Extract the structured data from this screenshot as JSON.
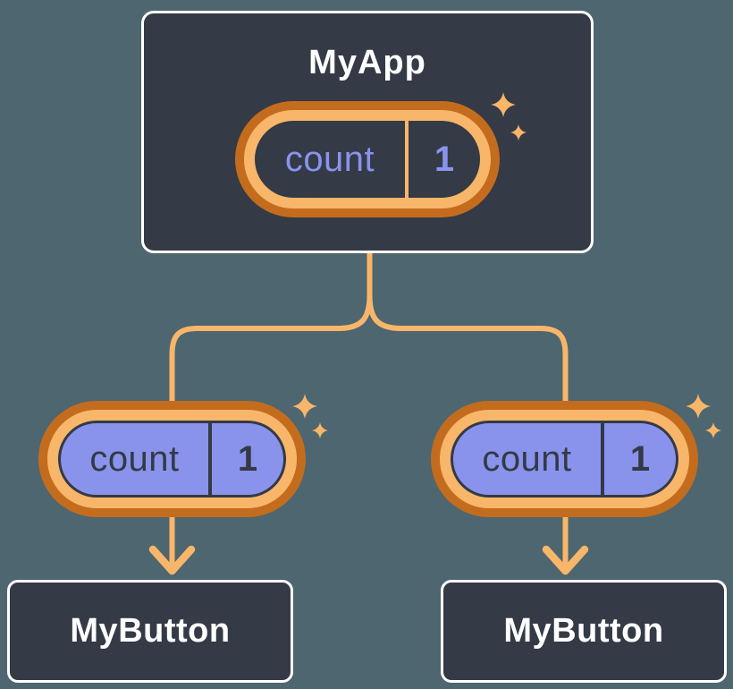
{
  "colors": {
    "background": "#4e666f",
    "node_fill": "#343a46",
    "node_border": "#ffffff",
    "node_text": "#ffffff",
    "line": "#f8b66a",
    "ring_outer": "#c46c1d",
    "ring_inner": "#f8b66a",
    "state_text": "#8a93ec",
    "prop_fill": "#8a93ec",
    "prop_text": "#333a45",
    "prop_border": "#333a45"
  },
  "icons": {
    "sparkle": "four-point-star-sparkle",
    "arrow_down": "chevron-down-arrow"
  },
  "tree": {
    "root": {
      "label": "MyApp",
      "state": {
        "name": "count",
        "value": "1"
      }
    },
    "children": [
      {
        "label": "MyButton",
        "prop": {
          "name": "count",
          "value": "1"
        }
      },
      {
        "label": "MyButton",
        "prop": {
          "name": "count",
          "value": "1"
        }
      }
    ]
  }
}
